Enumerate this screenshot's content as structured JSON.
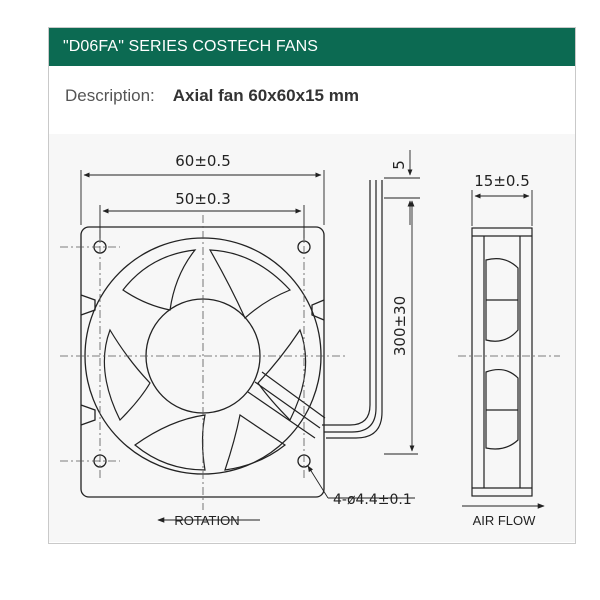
{
  "header": {
    "title": "\"D06FA\" SERIES COSTECH FANS"
  },
  "description": {
    "label": "Description:",
    "value": "Axial fan 60x60x15 mm"
  },
  "drawing": {
    "dimensions": {
      "outer_width": "60±0.5",
      "hole_spacing": "50±0.3",
      "lead_offset": "5",
      "lead_length": "300±30",
      "thickness": "15±0.5",
      "holes": "4-ø4.4±0.1"
    },
    "labels": {
      "rotation": "ROTATION",
      "airflow": "AIR FLOW"
    }
  }
}
